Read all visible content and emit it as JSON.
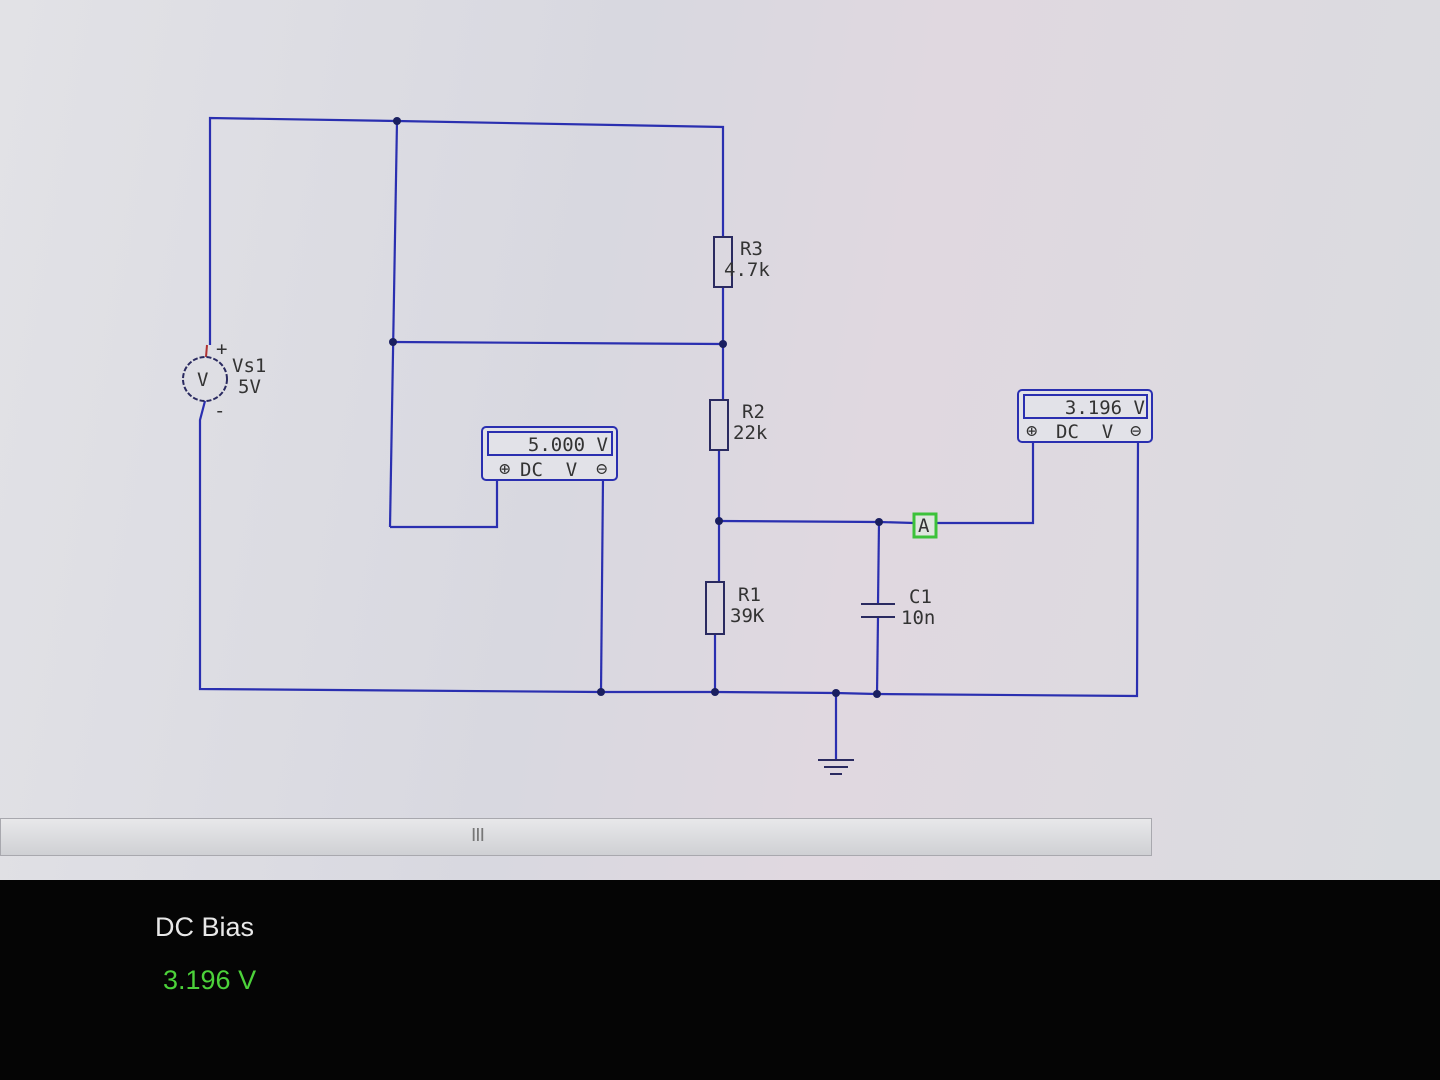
{
  "schematic": {
    "source": {
      "name": "Vs1",
      "value": "5V",
      "symbol": "V",
      "plus": "+",
      "minus": "-"
    },
    "resistors": [
      {
        "name": "R3",
        "value": "4.7k"
      },
      {
        "name": "R2",
        "value": "22k"
      },
      {
        "name": "R1",
        "value": "39K"
      }
    ],
    "capacitor": {
      "name": "C1",
      "value": "10n"
    },
    "probe": {
      "label": "A"
    },
    "meters": [
      {
        "reading": "5.000 V",
        "mode": "DC  V"
      },
      {
        "reading": "3.196 V",
        "mode": "DC  V"
      }
    ],
    "colors": {
      "wire": "#2a2fb0",
      "probe": "#3cc23a",
      "terminal_plus": "#c02020"
    }
  },
  "scrollbar": {
    "grip": "III"
  },
  "results": {
    "title": "DC Bias",
    "value": "3.196 V"
  }
}
